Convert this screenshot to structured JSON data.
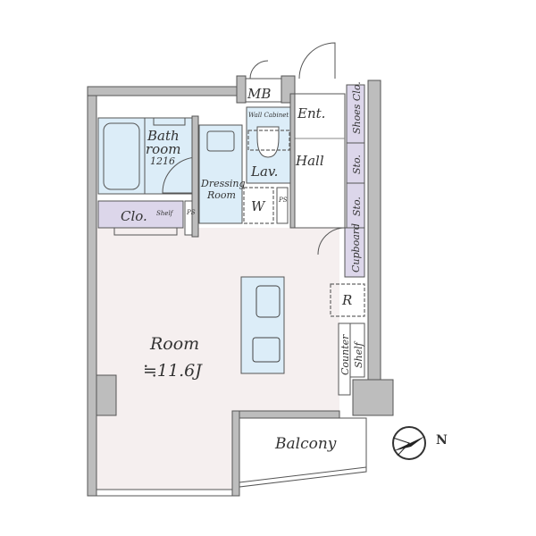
{
  "rooms": {
    "mb": "MB",
    "ent": "Ent.",
    "shoes_clo": "Shoes Clo.",
    "sto1": "Sto.",
    "sto2": "Sto.",
    "hall": "Hall",
    "bath": "Bath",
    "bath2": "room",
    "bath_size": "1216",
    "wall_cabinet": "Wall Cabinet",
    "lav": "Lav.",
    "dressing": "Dressing",
    "dressing2": "Room",
    "washer": "W",
    "ps1": "PS",
    "ps2": "PS",
    "clo": "Clo.",
    "shelf": "Shelf",
    "cupboard": "Cupboard",
    "fridge": "R",
    "counter": "Counter",
    "counter_shelf": "Shelf",
    "room": "Room",
    "room_size": "≒11.6J",
    "balcony": "Balcony"
  },
  "compass": {
    "label": "N"
  },
  "colors": {
    "wet": "#dcedf8",
    "storage": "#dcd6ea",
    "floor": "#f5efef",
    "wall": "#bdbdbd"
  }
}
